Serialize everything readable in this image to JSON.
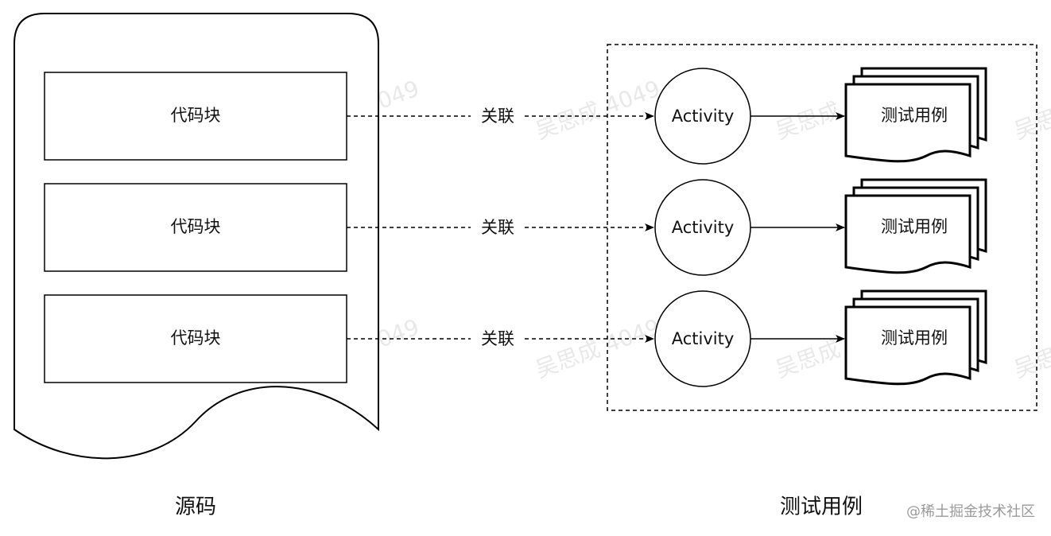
{
  "source": {
    "title": "源码",
    "blocks": [
      {
        "label": "代码块"
      },
      {
        "label": "代码块"
      },
      {
        "label": "代码块"
      }
    ]
  },
  "relations": [
    {
      "label": "关联"
    },
    {
      "label": "关联"
    },
    {
      "label": "关联"
    }
  ],
  "activities": [
    {
      "label": "Activity"
    },
    {
      "label": "Activity"
    },
    {
      "label": "Activity"
    }
  ],
  "tests": {
    "title": "测试用例",
    "cases": [
      {
        "label": "测试用例"
      },
      {
        "label": "测试用例"
      },
      {
        "label": "测试用例"
      }
    ]
  },
  "watermark": {
    "text": "吴思成 4049",
    "site": "@稀土掘金技术社区"
  }
}
